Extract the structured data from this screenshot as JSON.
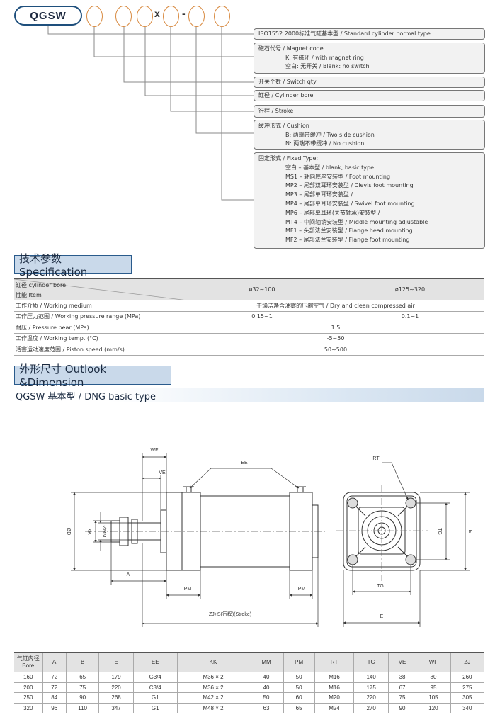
{
  "order_code": {
    "prefix": "QGSW",
    "sep_x": "x",
    "sep_dash": "-",
    "boxes": [
      {
        "lines": [
          "ISO1552:2000标准气缸基本型 / Standard cylinder normal type"
        ]
      },
      {
        "lines": [
          "磁石代号 / Magnet code"
        ],
        "indent": [
          "K: 有磁环 / with magnet ring",
          "空白:  无开关 / Blank: no switch"
        ]
      },
      {
        "lines": [
          "开关个数 / Switch qty"
        ]
      },
      {
        "lines": [
          "缸径 / Cylinder bore"
        ]
      },
      {
        "lines": [
          "行程 / Stroke"
        ]
      },
      {
        "lines": [
          "缓冲形式 / Cushion"
        ],
        "indent": [
          "B: 两端带缓冲 / Two side cushion",
          "N: 两端不带缓冲 / No cushion"
        ]
      },
      {
        "lines": [
          "固定形式 / Fixed Type:"
        ],
        "indent": [
          "空白 – 基本型 / blank,  basic type",
          "MS1 – 轴向底座安装型 / Foot mounting",
          "MP2 – 尾部双耳环安装型 / Clevis foot mounting",
          "MP3 – 尾部单耳环安装型 /",
          "MP4 – 尾部单耳环安装型 / Swivel foot mounting",
          "MP6 – 尾部单耳环(关节轴承)安装型 /",
          "MT4 – 中间轴销安装型 / Middle mounting adjustable",
          "MF1 – 头部法兰安装型 / Flange head mounting",
          "MF2 – 尾部法兰安装型 / Flange foot mounting"
        ]
      }
    ]
  },
  "spec": {
    "title": "技术参数 Specification",
    "head_label_1": "缸径 cylinder bore",
    "head_label_2": "性能 Item",
    "head_col_1": "ø32~100",
    "head_col_2": "ø125~320",
    "rows": [
      {
        "label": "工作介质 / Working medium",
        "span": "干燥洁净含油雾的压缩空气 / Dry and clean compressed air"
      },
      {
        "label": "工作压力范围 / Working pressure range (MPa)",
        "v1": "0.15~1",
        "v2": "0.1~1"
      },
      {
        "label": "耐压 / Pressure bear (MPa)",
        "span": "1.5"
      },
      {
        "label": "工作温度 / Working temp. (°C)",
        "span": "-5~50"
      },
      {
        "label": "活塞运动速度范围 / Piston speed (mm/s)",
        "span": "50~500"
      }
    ]
  },
  "dimension": {
    "title": "外形尺寸 Outlook &Dimension",
    "subtitle": "QGSW 基本型 / DNG basic type",
    "labels": {
      "wf": "WF",
      "ve": "VE",
      "ee": "EE",
      "od": "ØD",
      "mm": "ØMM",
      "kk": "KK",
      "a": "A",
      "pm_left": "PM",
      "pm_right": "PM",
      "zj": "ZJ+S(行程)(Stroke)",
      "rt": "RT",
      "tg_v": "TG",
      "e_v": "E",
      "tg_h": "TG",
      "e_h": "E"
    }
  },
  "dim_table": {
    "header_line1": "气缸内径",
    "header_line2": "Bore",
    "columns": [
      "A",
      "B",
      "E",
      "EE",
      "KK",
      "MM",
      "PM",
      "RT",
      "TG",
      "VE",
      "WF",
      "ZJ"
    ],
    "rows": [
      [
        "160",
        "72",
        "65",
        "179",
        "G3/4",
        "M36 × 2",
        "40",
        "50",
        "M16",
        "140",
        "38",
        "80",
        "260"
      ],
      [
        "200",
        "72",
        "75",
        "220",
        "C3/4",
        "M36 × 2",
        "40",
        "50",
        "M16",
        "175",
        "67",
        "95",
        "275"
      ],
      [
        "250",
        "84",
        "90",
        "268",
        "G1",
        "M42 × 2",
        "50",
        "60",
        "M20",
        "220",
        "75",
        "105",
        "305"
      ],
      [
        "320",
        "96",
        "110",
        "347",
        "G1",
        "M48 × 2",
        "63",
        "65",
        "M24",
        "270",
        "90",
        "120",
        "340"
      ]
    ]
  }
}
